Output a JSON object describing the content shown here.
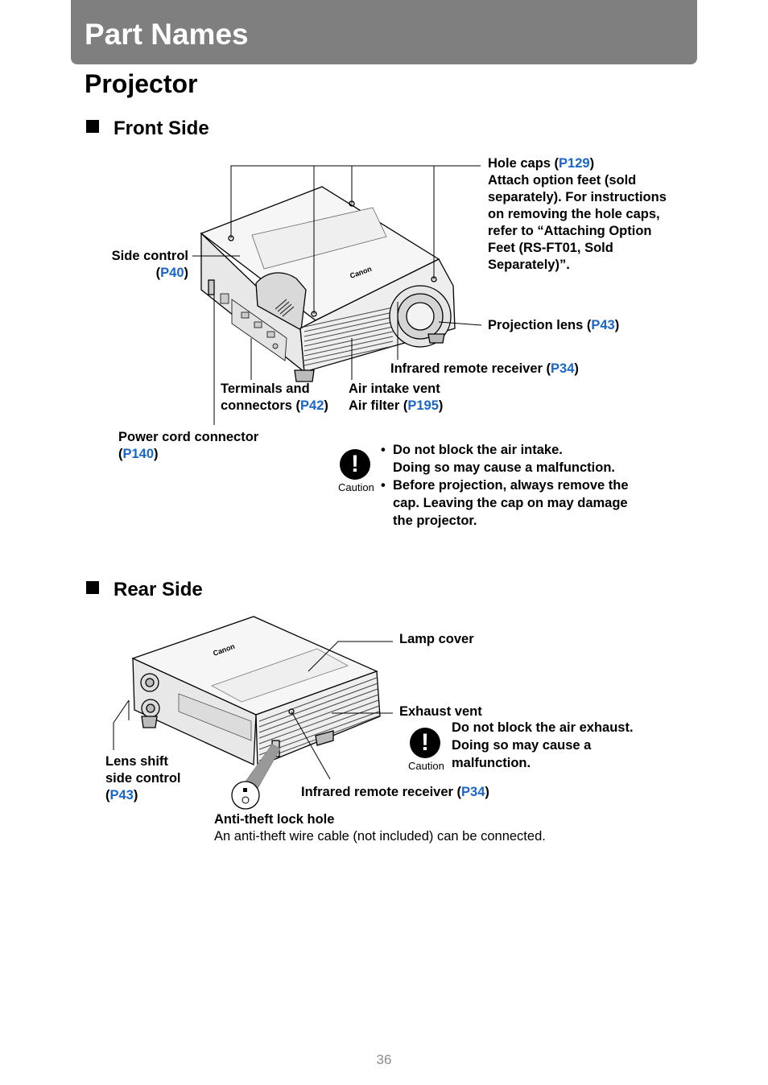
{
  "header": {
    "title": "Part Names"
  },
  "page_title": "Projector",
  "front": {
    "heading": "Front Side",
    "hole_caps": {
      "title": "Hole caps (",
      "ref": "P129",
      "close": ")",
      "lines": [
        "Attach option feet (sold",
        "separately). For instructions",
        "on removing the hole caps,",
        "refer to “Attaching Option",
        "Feet (RS-FT01, Sold",
        "Separately)”."
      ]
    },
    "side_control": {
      "line1": "Side control",
      "open": "(",
      "ref": "P40",
      "close": ")"
    },
    "projection_lens": {
      "title": "Projection lens (",
      "ref": "P43",
      "close": ")"
    },
    "infrared": {
      "title": "Infrared remote receiver (",
      "ref": "P34",
      "close": ")"
    },
    "terminals": {
      "line1": "Terminals and",
      "line2": "connectors (",
      "ref": "P42",
      "close": ")"
    },
    "air_intake": {
      "line1": "Air intake vent",
      "line2": "Air filter (",
      "ref": "P195",
      "close": ")"
    },
    "power_cord": {
      "line1": "Power cord connector",
      "open": "(",
      "ref": "P140",
      "close": ")"
    },
    "caution": {
      "icon_label": "Caution",
      "b1_l1": "Do not block the air intake.",
      "b1_l2": "Doing so may cause a malfunction.",
      "b2_l1": "Before projection, always remove the",
      "b2_l2": "cap. Leaving the cap on may damage",
      "b2_l3": "the projector."
    },
    "brand_mark": "Canon"
  },
  "rear": {
    "heading": "Rear Side",
    "lamp_cover": "Lamp cover",
    "exhaust_vent": "Exhaust vent",
    "caution": {
      "icon_label": "Caution",
      "l1": "Do not block the air exhaust.",
      "l2": "Doing so may cause a",
      "l3": "malfunction."
    },
    "lens_shift": {
      "line1": "Lens shift",
      "line2": "side control",
      "open": "(",
      "ref": "P43",
      "close": ")"
    },
    "infrared": {
      "title": "Infrared remote receiver (",
      "ref": "P34",
      "close": ")"
    },
    "anti_theft": {
      "title": "Anti-theft lock hole",
      "desc": "An anti-theft wire cable (not included) can be connected."
    },
    "brand_mark": "Canon"
  },
  "page_number": "36",
  "colors": {
    "header_bg": "#7f7f7f",
    "link": "#1a66c8",
    "page_number": "#8c8c8c"
  }
}
